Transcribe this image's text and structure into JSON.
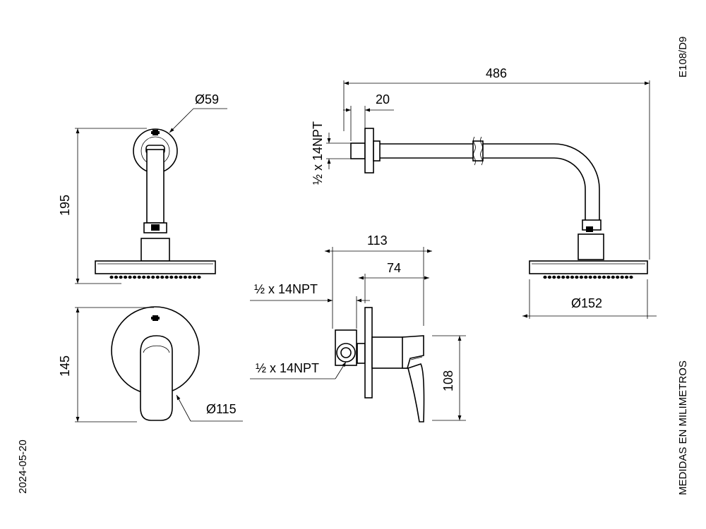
{
  "doc": {
    "code": "E108/D9",
    "date": "2024-05-20",
    "units_note": "MEDIDAS EN MILIMETROS"
  },
  "dimensions": {
    "d486": "486",
    "d20": "20",
    "d195": "195",
    "d59": "Ø59",
    "npt_arm": "½ x 14NPT",
    "d113": "113",
    "d74": "74",
    "npt_top": "½ x 14NPT",
    "npt_side": "½ x 14NPT",
    "d145": "145",
    "d115": "Ø115",
    "d108": "108",
    "d152": "Ø152"
  }
}
